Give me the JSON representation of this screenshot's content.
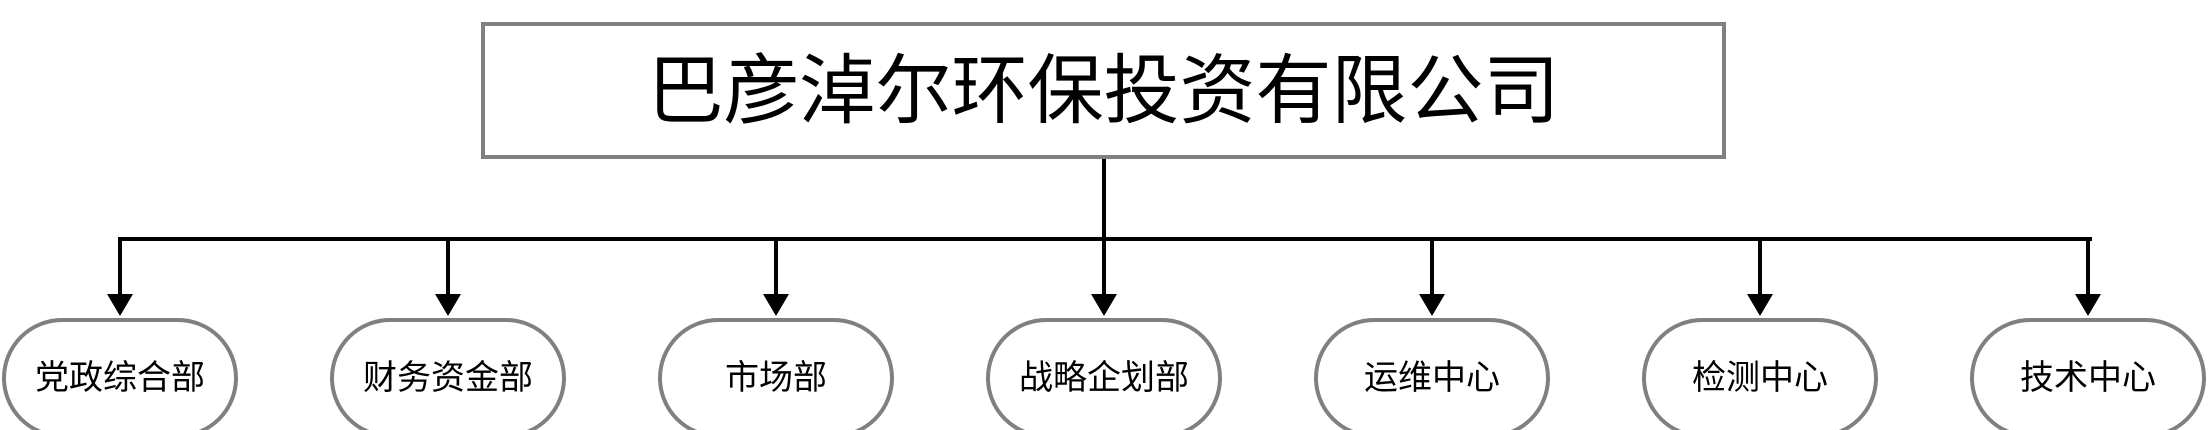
{
  "diagram": {
    "type": "organization-chart",
    "orientation": "top-down",
    "colors": {
      "node_border": "#808080",
      "node_fill": "#ffffff",
      "connector": "#000000",
      "text": "#000000",
      "background": "#ffffff"
    },
    "root": {
      "label": "巴彦淖尔环保投资有限公司",
      "shape": "rectangle"
    },
    "children": [
      {
        "label": "党政综合部",
        "shape": "rounded-rectangle"
      },
      {
        "label": "财务资金部",
        "shape": "rounded-rectangle"
      },
      {
        "label": "市场部",
        "shape": "rounded-rectangle"
      },
      {
        "label": "战略企划部",
        "shape": "rounded-rectangle"
      },
      {
        "label": "运维中心",
        "shape": "rounded-rectangle"
      },
      {
        "label": "检测中心",
        "shape": "rounded-rectangle"
      },
      {
        "label": "技术中心",
        "shape": "rounded-rectangle"
      }
    ]
  }
}
